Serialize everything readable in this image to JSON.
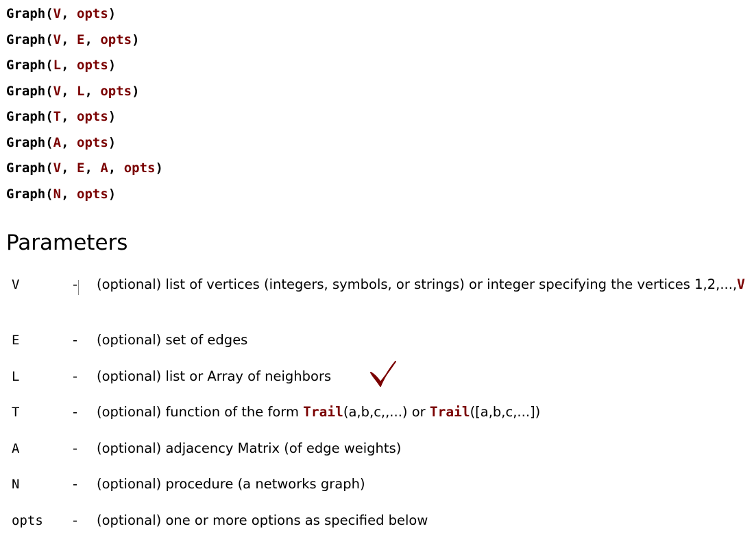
{
  "calling_sequences": [
    {
      "fn": "Graph",
      "args": [
        "V",
        "opts"
      ]
    },
    {
      "fn": "Graph",
      "args": [
        "V",
        "E",
        "opts"
      ]
    },
    {
      "fn": "Graph",
      "args": [
        "L",
        "opts"
      ]
    },
    {
      "fn": "Graph",
      "args": [
        "V",
        "L",
        "opts"
      ]
    },
    {
      "fn": "Graph",
      "args": [
        "T",
        "opts"
      ]
    },
    {
      "fn": "Graph",
      "args": [
        "A",
        "opts"
      ]
    },
    {
      "fn": "Graph",
      "args": [
        "V",
        "E",
        "A",
        "opts"
      ]
    },
    {
      "fn": "Graph",
      "args": [
        "N",
        "opts"
      ]
    }
  ],
  "parameters_section": {
    "title": "Parameters",
    "dash": "-",
    "rows": [
      {
        "name": "V",
        "desc_parts": [
          {
            "text": "(optional) list of vertices (integers, symbols, or strings) or integer specifying the vertices 1,2,...,"
          },
          {
            "text": "V",
            "code": true
          }
        ]
      },
      {
        "name": "E",
        "desc_parts": [
          {
            "text": "(optional) set of edges"
          }
        ]
      },
      {
        "name": "L",
        "desc_parts": [
          {
            "text": "(optional) list or Array of neighbors"
          }
        ]
      },
      {
        "name": "T",
        "desc_parts": [
          {
            "text": "(optional) function of the form "
          },
          {
            "text": "Trail",
            "code": true
          },
          {
            "text": "(a,b,c,,...) or "
          },
          {
            "text": "Trail",
            "code": true
          },
          {
            "text": "([a,b,c,...])"
          }
        ]
      },
      {
        "name": "A",
        "desc_parts": [
          {
            "text": "(optional) adjacency Matrix (of edge weights)"
          }
        ]
      },
      {
        "name": "N",
        "desc_parts": [
          {
            "text": "(optional) procedure (a networks graph)"
          }
        ]
      },
      {
        "name": "opts",
        "desc_parts": [
          {
            "text": "(optional) one or more options as specified below"
          }
        ]
      }
    ]
  },
  "annotation": {
    "icon": "checkmark-icon",
    "color": "#7a0000"
  }
}
